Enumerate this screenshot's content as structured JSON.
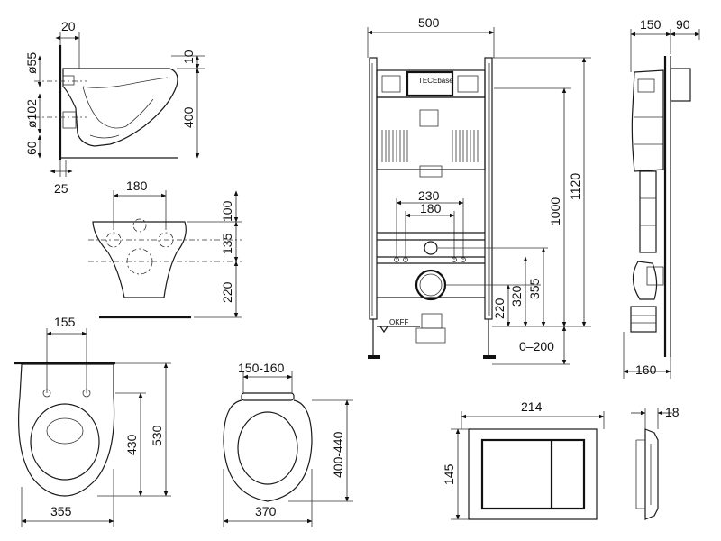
{
  "diagram": {
    "side_view": {
      "width_top": "20",
      "dia_inlet": "ø55",
      "dia_outlet": "ø102",
      "bottom_offset": "60",
      "foot": "25",
      "top_gap": "10",
      "height": "400"
    },
    "front_view": {
      "bolt_spacing": "180",
      "top_to_bolts": "100",
      "bolts_to_outlet": "135",
      "outlet_to_floor": "220"
    },
    "top_view": {
      "bolt_offset": "155",
      "width": "355",
      "inner_length": "430",
      "length": "530"
    },
    "seat": {
      "hinge_spacing": "150-160",
      "width": "370",
      "length": "400-440"
    },
    "frame_front": {
      "width": "500",
      "bolt_spacing_outer": "230",
      "bolt_spacing_inner": "180",
      "h_1120": "1120",
      "h_1000": "1000",
      "h_355": "355",
      "h_320": "320",
      "h_220": "220",
      "floor_range": "0–200",
      "floor_label": "OKFF",
      "brand": "TECEbase"
    },
    "frame_side": {
      "depth": "150",
      "panel": "90",
      "base_depth": "160"
    },
    "flush_plate": {
      "width": "214",
      "height": "145",
      "thickness": "18"
    }
  }
}
